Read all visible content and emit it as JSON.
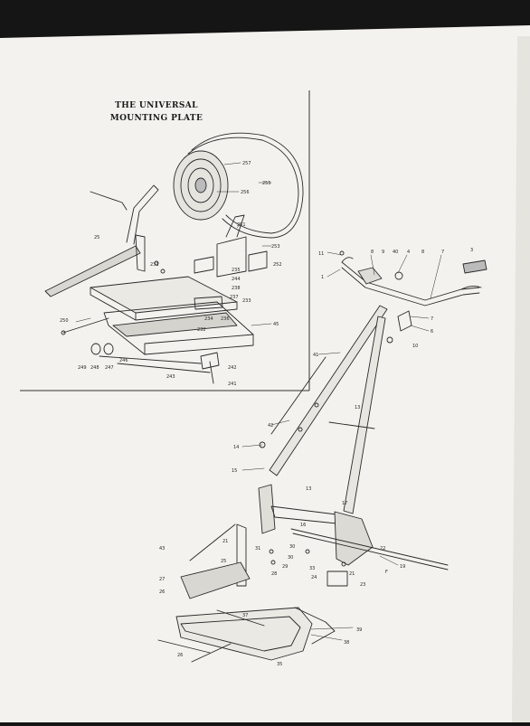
{
  "inset": {
    "title_line1": "THE UNIVERSAL",
    "title_line2": "MOUNTING PLATE"
  },
  "callouts": {
    "main": [
      {
        "id": "c-11",
        "text": "11"
      },
      {
        "id": "c-1",
        "text": "1"
      },
      {
        "id": "c-8a",
        "text": "8"
      },
      {
        "id": "c-9",
        "text": "9"
      },
      {
        "id": "c-40",
        "text": "40"
      },
      {
        "id": "c-4",
        "text": "4"
      },
      {
        "id": "c-8b",
        "text": "8"
      },
      {
        "id": "c-7a",
        "text": "7"
      },
      {
        "id": "c-3",
        "text": "3"
      },
      {
        "id": "c-7b",
        "text": "7"
      },
      {
        "id": "c-6",
        "text": "6"
      },
      {
        "id": "c-10",
        "text": "10"
      },
      {
        "id": "c-41",
        "text": "41"
      },
      {
        "id": "c-13a",
        "text": "13"
      },
      {
        "id": "c-42",
        "text": "42"
      },
      {
        "id": "c-14",
        "text": "14"
      },
      {
        "id": "c-15",
        "text": "15"
      },
      {
        "id": "c-13b",
        "text": "13"
      },
      {
        "id": "c-17",
        "text": "17"
      },
      {
        "id": "c-16",
        "text": "16"
      },
      {
        "id": "c-21a",
        "text": "21"
      },
      {
        "id": "c-22",
        "text": "22"
      },
      {
        "id": "c-19",
        "text": "19"
      },
      {
        "id": "c-43",
        "text": "43"
      },
      {
        "id": "c-31",
        "text": "31"
      },
      {
        "id": "c-30a",
        "text": "30"
      },
      {
        "id": "c-30b",
        "text": "30"
      },
      {
        "id": "c-29",
        "text": "29"
      },
      {
        "id": "c-28",
        "text": "28"
      },
      {
        "id": "c-33",
        "text": "33"
      },
      {
        "id": "c-24",
        "text": "24"
      },
      {
        "id": "c-21b",
        "text": "21"
      },
      {
        "id": "c-23",
        "text": "23"
      },
      {
        "id": "c-25",
        "text": "25"
      },
      {
        "id": "c-27",
        "text": "27"
      },
      {
        "id": "c-26a",
        "text": "26"
      },
      {
        "id": "c-37",
        "text": "37"
      },
      {
        "id": "c-39",
        "text": "39"
      },
      {
        "id": "c-38",
        "text": "38"
      },
      {
        "id": "c-26b",
        "text": "26"
      },
      {
        "id": "c-35",
        "text": "35"
      },
      {
        "id": "c-F",
        "text": "F"
      }
    ],
    "inset": [
      {
        "id": "i-257a",
        "text": "257"
      },
      {
        "id": "i-256",
        "text": "256"
      },
      {
        "id": "i-255",
        "text": "255"
      },
      {
        "id": "i-251",
        "text": "251"
      },
      {
        "id": "i-253",
        "text": "253"
      },
      {
        "id": "i-252",
        "text": "252"
      },
      {
        "id": "i-25",
        "text": "25"
      },
      {
        "id": "i-231",
        "text": "231"
      },
      {
        "id": "i-235",
        "text": "235"
      },
      {
        "id": "i-244",
        "text": "244"
      },
      {
        "id": "i-238",
        "text": "238"
      },
      {
        "id": "i-237",
        "text": "237"
      },
      {
        "id": "i-233",
        "text": "233"
      },
      {
        "id": "i-234",
        "text": "234"
      },
      {
        "id": "i-236",
        "text": "236"
      },
      {
        "id": "i-250",
        "text": "250"
      },
      {
        "id": "i-45",
        "text": "45"
      },
      {
        "id": "i-232",
        "text": "232"
      },
      {
        "id": "i-249",
        "text": "249"
      },
      {
        "id": "i-248",
        "text": "248"
      },
      {
        "id": "i-247",
        "text": "247"
      },
      {
        "id": "i-246",
        "text": "246"
      },
      {
        "id": "i-243",
        "text": "243"
      },
      {
        "id": "i-242",
        "text": "242"
      },
      {
        "id": "i-241",
        "text": "241"
      }
    ]
  }
}
